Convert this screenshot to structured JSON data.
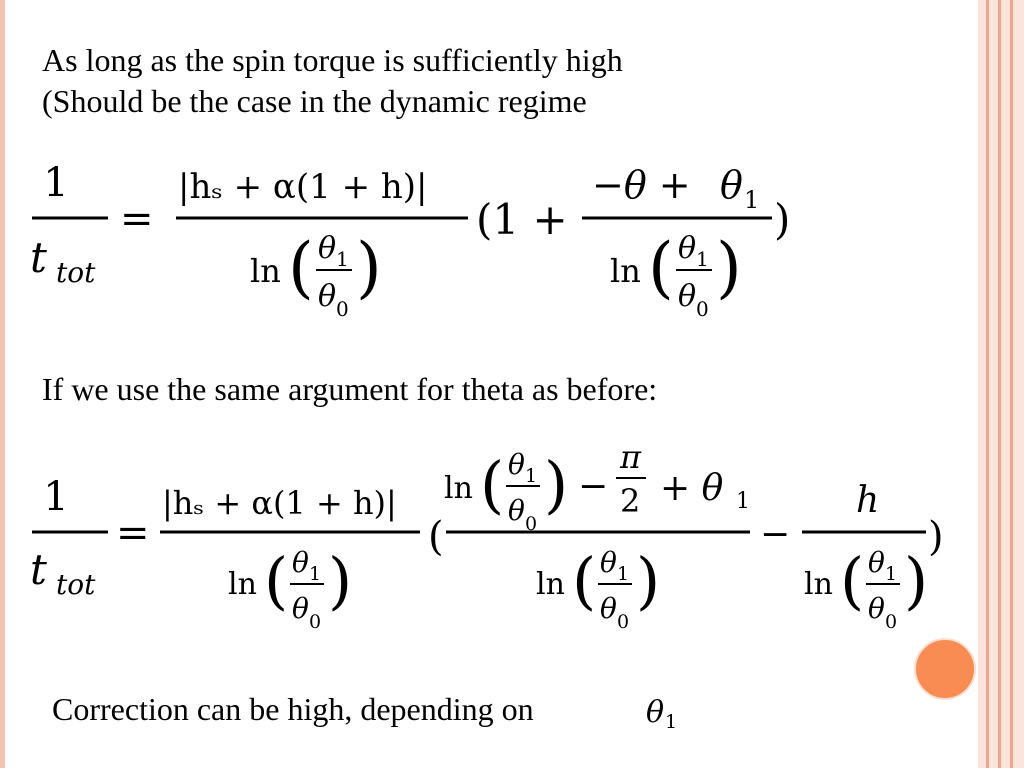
{
  "lines": {
    "line1": "As long as the spin torque is sufficiently high",
    "line2": "(Should be the case in the dynamic regime",
    "line3": "If we use the same argument for theta as before:",
    "line4": "Correction can be high, depending on"
  },
  "eq": {
    "one": "1",
    "t": "t",
    "tot": "tot",
    "equals": "=",
    "numerator": "|hₛ + α(1 + h)|",
    "ln": "ln",
    "theta": "θ",
    "sub1": "1",
    "sub0": "0",
    "open_paren": "(",
    "close_paren": ")",
    "one_plus": "(1 +",
    "minus_theta_plus": "−θ +",
    "minus": "−",
    "plus_theta": "+ θ",
    "pi": "π",
    "two": "2",
    "h": "h"
  },
  "decor": {
    "accent": "#f98c52",
    "edge_light": "#fbe4da",
    "edge_dark": "#f2a48c"
  }
}
